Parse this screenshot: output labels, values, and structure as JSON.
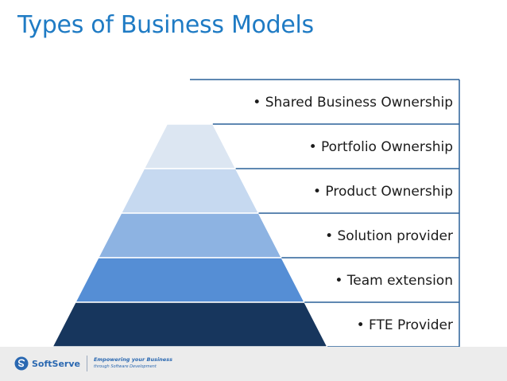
{
  "title": "Types of Business Models",
  "levels": [
    {
      "label": "• Shared Business Ownership",
      "color": "#ffffff"
    },
    {
      "label": "• Portfolio Ownership",
      "color": "#dce6f2"
    },
    {
      "label": "• Product Ownership",
      "color": "#c6d9f0"
    },
    {
      "label": "• Solution provider",
      "color": "#8db3e2"
    },
    {
      "label": "• Team extension",
      "color": "#558ed5"
    },
    {
      "label": "• FTE Provider",
      "color": "#17365d"
    }
  ],
  "footer": {
    "logo_text": "SoftServe",
    "tagline_line1": "Empowering your Business",
    "tagline_line2": "through Software Development",
    "background": "#ececec",
    "logo_icon": "softserve-logo-icon"
  },
  "colors": {
    "title": "#1f7bc4",
    "frame": "#2a6099",
    "brand": "#2a68b1"
  }
}
